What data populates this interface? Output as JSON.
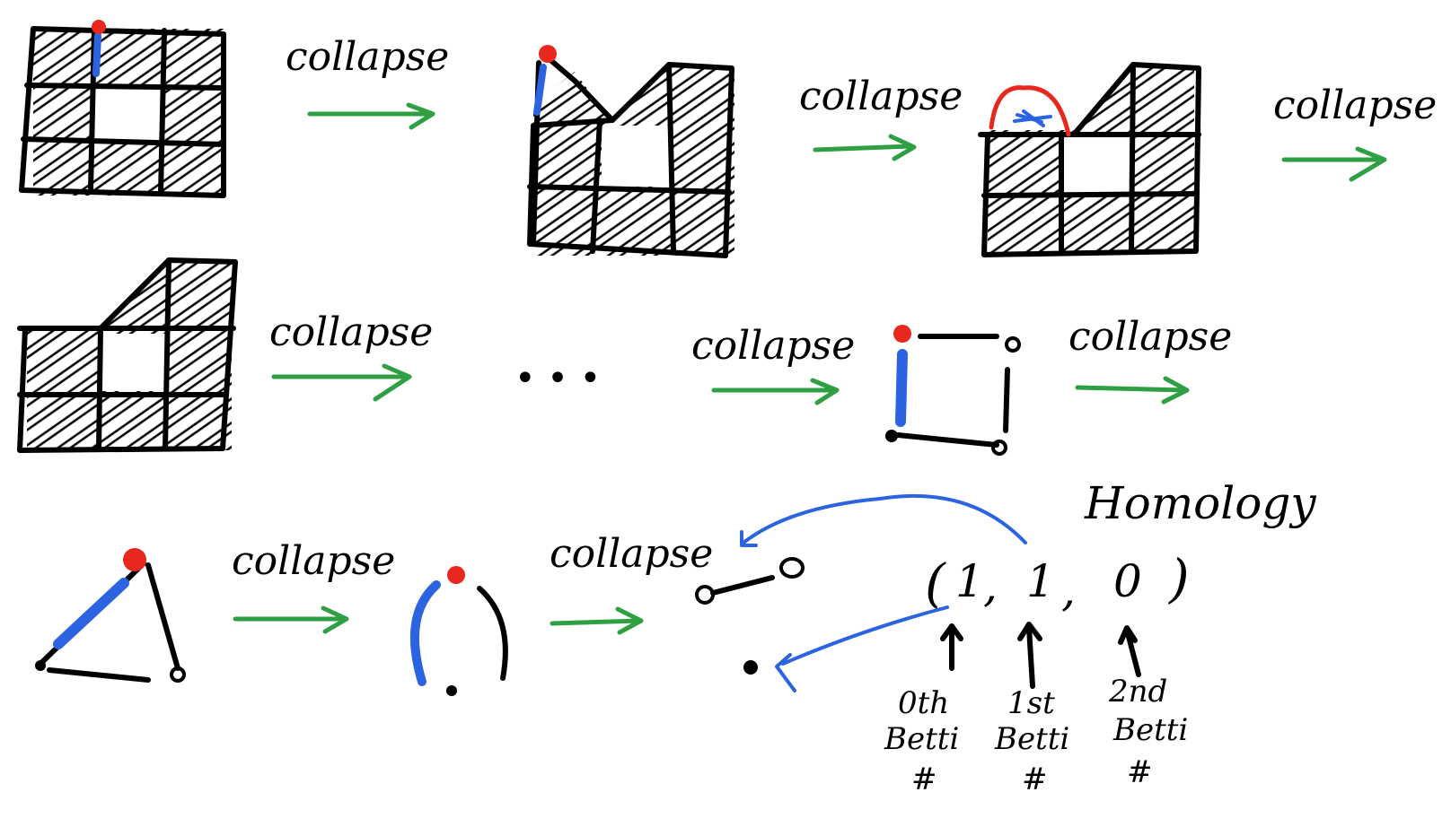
{
  "arrow_label": "collapse",
  "ellipsis": "• • •",
  "homology": {
    "title": "Homology",
    "open_paren": "(",
    "b0": "1",
    "comma1": ",",
    "b1": "1",
    "comma2": ",",
    "b2": "0",
    "close_paren": ")",
    "labels": {
      "b0": {
        "line1": "0th",
        "line2": "Betti",
        "line3": "#"
      },
      "b1": {
        "line1": "1st",
        "line2": "Betti",
        "line3": "#"
      },
      "b2": {
        "line1": "2nd",
        "line2": "Betti",
        "line3": "#"
      }
    }
  },
  "colors": {
    "arrow": "#2ea043",
    "collapse_edge": "#2b63e0",
    "free_vertex": "#e8281e",
    "ink": "#000000"
  }
}
